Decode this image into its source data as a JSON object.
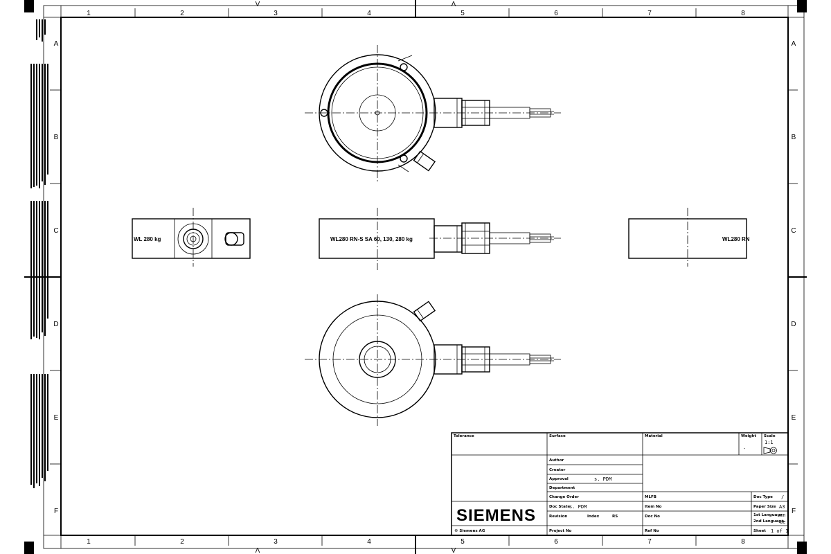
{
  "colors": {
    "ink": "#000000",
    "paper": "#ffffff"
  },
  "frame": {
    "col_numbers": [
      "1",
      "2",
      "3",
      "4",
      "5",
      "6",
      "7",
      "8"
    ],
    "row_letters": [
      "A",
      "B",
      "C",
      "D",
      "E",
      "F"
    ],
    "center_marks": {
      "left": "V",
      "right": "Λ"
    }
  },
  "views": {
    "front_engraving": "WL280 RN-S SA 60, 130, 280 kg",
    "left_engraving": "WL 280 kg",
    "right_engraving": "WL280 RN"
  },
  "title_block": {
    "tolerance_label": "Tolerance",
    "surface_label": "Surface",
    "material_label": "Material",
    "weight_label": "Weight",
    "weight_value": "-",
    "scale_label": "Scale",
    "scale_value": "1:1",
    "author_label": "Author",
    "creator_label": "Creator",
    "approval_label": "Approval",
    "approval_value": "s. PDM",
    "department_label": "Department",
    "change_order_label": "Change Order",
    "doc_state_label": "Doc State",
    "doc_state_value": "s. PDM",
    "revision_label": "Revision",
    "index_label": "Index",
    "index_value": "RS",
    "project_label": "Project No",
    "mlfb_label": "MLFB",
    "item_label": "Item No",
    "doc_no_label": "Doc No",
    "ref_label": "Ref No",
    "doc_type_label": "Doc Type",
    "doc_type_value": "/",
    "paper_size_label": "Paper Size",
    "paper_size_value": "A3",
    "lang1_label": "1st Language",
    "lang1_value": "en",
    "lang2_label": "2nd Language",
    "lang2_value": "de",
    "sheet_label": "Sheet",
    "sheet_value": "1 of 1",
    "logo": "SIEMENS",
    "copyright": "© Siemens AG"
  }
}
